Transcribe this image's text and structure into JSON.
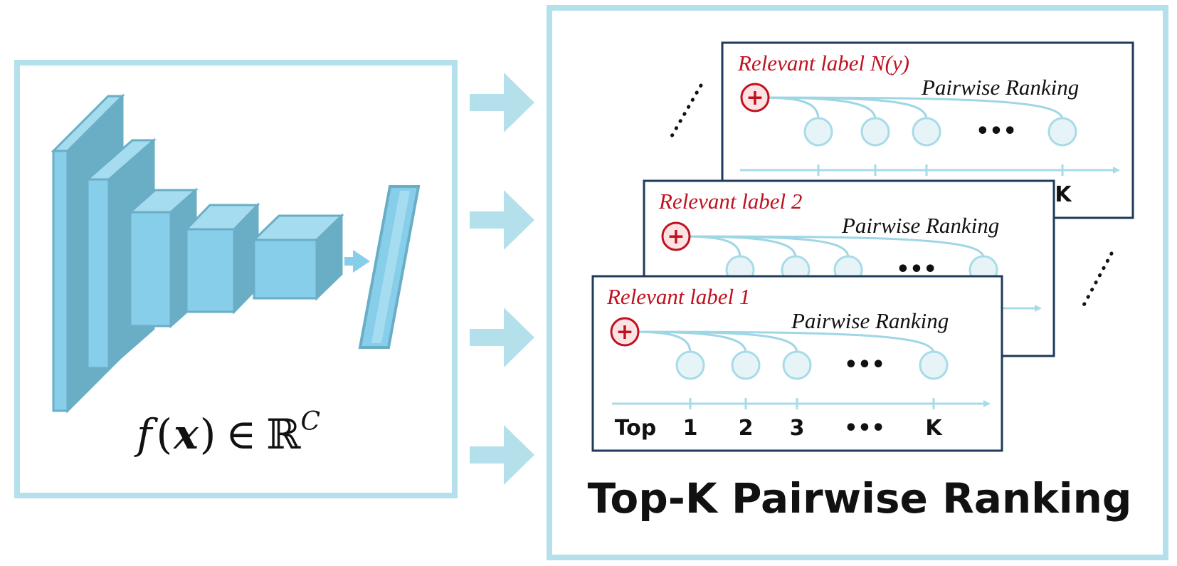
{
  "left_panel": {
    "formula": {
      "f": "f",
      "open": "(",
      "x": "x",
      "close": ")",
      "in": "∈",
      "R": "ℝ",
      "C": "C"
    }
  },
  "right_panel": {
    "title": "Top-K Pairwise Ranking",
    "cards": [
      {
        "title": "Relevant label N(y)",
        "subtitle": "Pairwise Ranking",
        "plus": "+",
        "ellipsis": "•••",
        "axis_labels": [
          "K"
        ]
      },
      {
        "title": "Relevant label 2",
        "subtitle": "Pairwise Ranking",
        "plus": "+",
        "ellipsis": "•••"
      },
      {
        "title": "Relevant label 1",
        "subtitle": "Pairwise Ranking",
        "plus": "+",
        "ellipsis": "•••",
        "axis_labels": [
          "Top",
          "1",
          "2",
          "3",
          "•••",
          "K"
        ]
      }
    ]
  },
  "colors": {
    "panel_border": "#b3e0ea",
    "arrow": "#b3e0ea",
    "cube_front": "#87ceeb",
    "cube_top": "#a6dcef",
    "cube_side": "#6aaec6",
    "card_border": "#1f3a5a",
    "label_red": "#c0111f",
    "node_fill": "#e6f4f8",
    "node_stroke": "#a8dbe8",
    "curve": "#9fd6e6",
    "axis": "#a8dbe8"
  }
}
